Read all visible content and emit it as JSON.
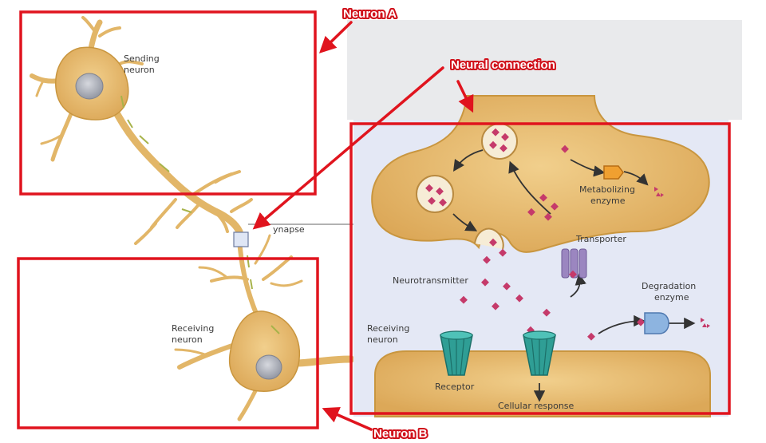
{
  "annotations": {
    "neuron_a": "Neuron A",
    "neuron_b": "Neuron B",
    "neural_connection": "Neural connection"
  },
  "labels": {
    "sending_neuron": [
      "Sending",
      "neuron"
    ],
    "receiving_neuron_left": [
      "Receiving",
      "neuron"
    ],
    "synapse": "ynapse",
    "metabolizing_enzyme": [
      "Metabolizing",
      "enzyme"
    ],
    "transporter": "Transporter",
    "neurotransmitter": "Neurotransmitter",
    "degradation_enzyme": [
      "Degradation",
      "enzyme"
    ],
    "receiving_neuron_right": [
      "Receiving",
      "neuron"
    ],
    "receptor": "Receptor",
    "cellular_response": "Cellular response"
  },
  "colors": {
    "annotation_red": "#e0141e",
    "neuron_body": "#e8bf72",
    "neuron_edge": "#c9963f",
    "panel_bg": "#e4e8f5",
    "neurotransmitter": "#c53a6a",
    "receptor": "#2f9e95",
    "transporter": "#9b86c0",
    "degradation_enzyme": "#8db4e0",
    "metabolizing_enzyme": "#f0a030"
  }
}
